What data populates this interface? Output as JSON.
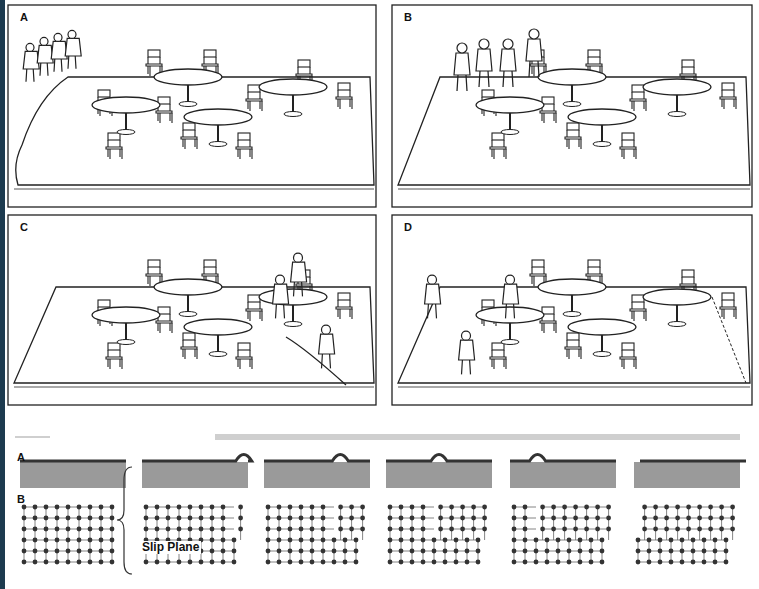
{
  "diagram": {
    "labels": [
      "A",
      "B",
      "C",
      "D",
      "A",
      "B",
      "Slip Plane"
    ]
  }
}
